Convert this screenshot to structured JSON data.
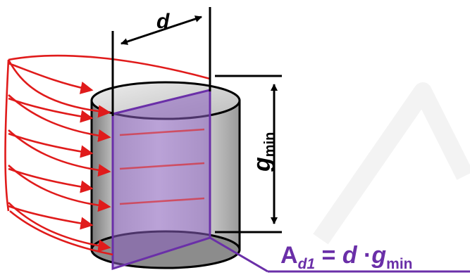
{
  "labels": {
    "diameter": "d",
    "height_main": "g",
    "height_sub": "min"
  },
  "formula": {
    "a_main": "A",
    "a_sub": "d1",
    "equals": " = ",
    "d": "d",
    "dot": " ·",
    "g": "g",
    "g_sub": "min"
  },
  "colors": {
    "stress_red": "#e01b1b",
    "projection_purple": "#6a2fa8",
    "projection_fill": "#8a5fc0",
    "dimension_black": "#000000",
    "watermark": "#f3f3f3"
  }
}
